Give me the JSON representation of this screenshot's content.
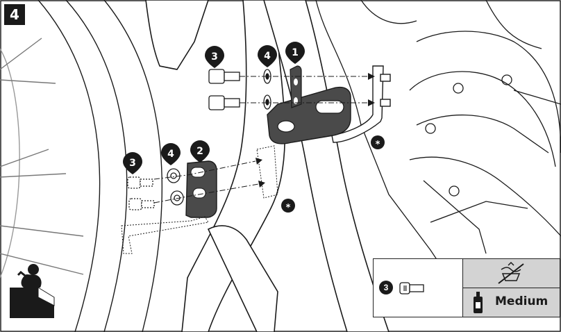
{
  "step_number": "4",
  "callouts": {
    "c1": "1",
    "c2": "2",
    "c3a": "3",
    "c4a": "4",
    "c3b": "3",
    "c4b": "4",
    "asterisk": "*"
  },
  "legend": {
    "part_number": "3",
    "threadlock_label": "Medium",
    "no_lubricant_icon": "no-grease-icon",
    "threadlock_icon": "threadlock-bottle-icon"
  },
  "colors": {
    "line": "#1a1a1a",
    "part_fill": "#4a4a4a",
    "callout_fill": "#1a1a1a",
    "legend_grey": "#d3d3d3"
  }
}
